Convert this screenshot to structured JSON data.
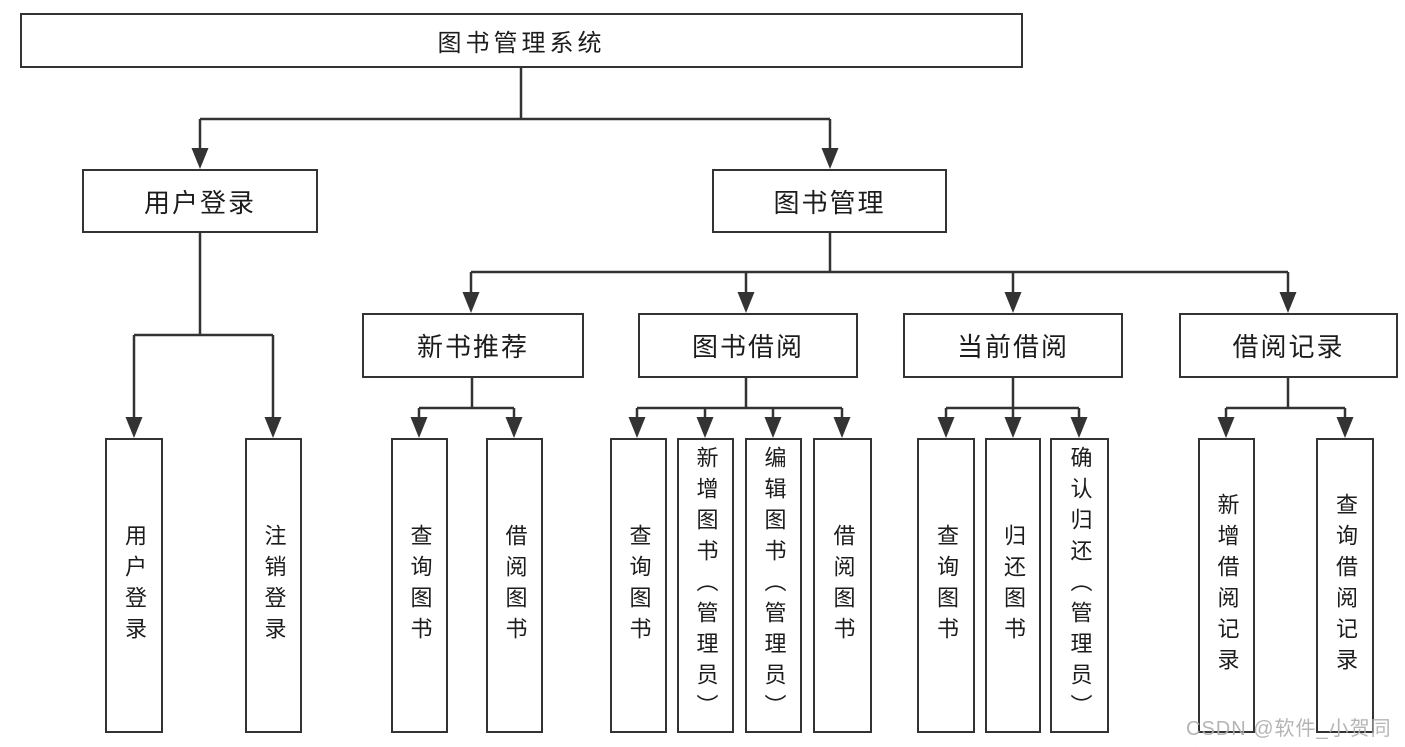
{
  "colors": {
    "line": "#333333",
    "box_border": "#333333",
    "text": "#1c1c1c",
    "background": "#ffffff",
    "watermark": "#b5b5b5"
  },
  "watermark": "CSDN @软件_小贺同学",
  "tree": {
    "label": "图书管理系统",
    "children": [
      {
        "label": "用户登录",
        "children": [
          {
            "label": "用户登录"
          },
          {
            "label": "注销登录"
          }
        ]
      },
      {
        "label": "图书管理",
        "children": [
          {
            "label": "新书推荐",
            "children": [
              {
                "label": "查询图书"
              },
              {
                "label": "借阅图书"
              }
            ]
          },
          {
            "label": "图书借阅",
            "children": [
              {
                "label": "查询图书"
              },
              {
                "label": "新增图书（管理员）"
              },
              {
                "label": "编辑图书（管理员）"
              },
              {
                "label": "借阅图书"
              }
            ]
          },
          {
            "label": "当前借阅",
            "children": [
              {
                "label": "查询图书"
              },
              {
                "label": "归还图书"
              },
              {
                "label": "确认归还（管理员）"
              }
            ]
          },
          {
            "label": "借阅记录",
            "children": [
              {
                "label": "新增借阅记录"
              },
              {
                "label": "查询借阅记录"
              }
            ]
          }
        ]
      }
    ]
  }
}
